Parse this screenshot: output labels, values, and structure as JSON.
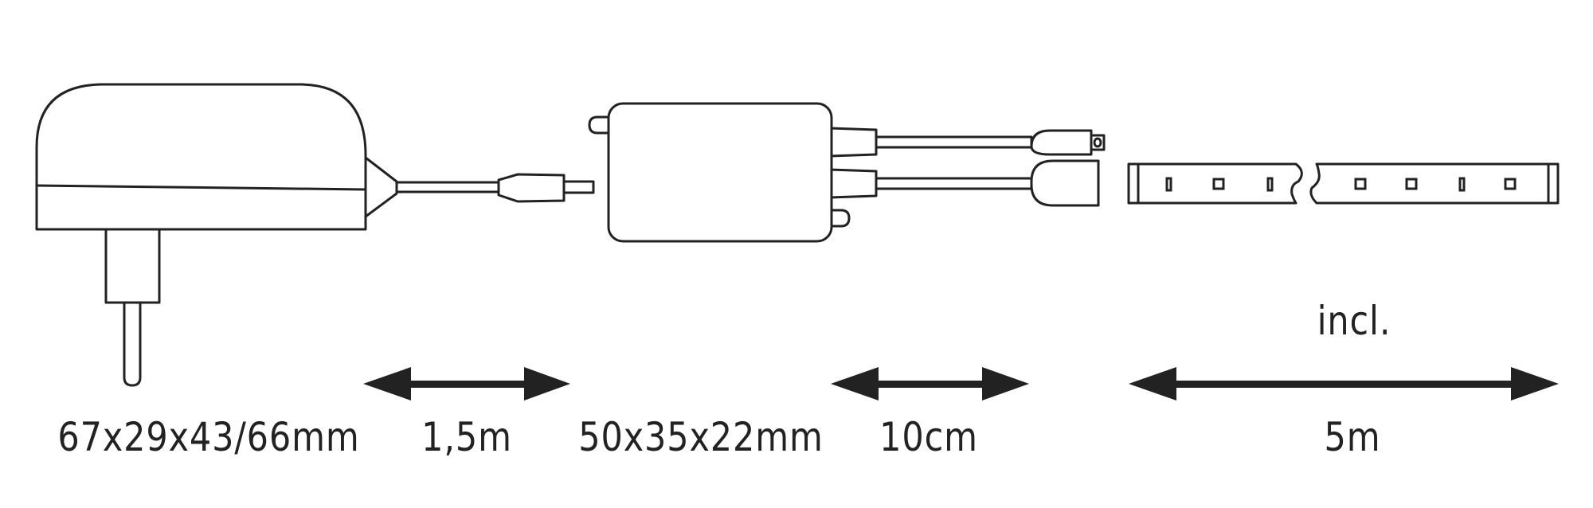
{
  "diagram": {
    "components": [
      {
        "id": "power-adapter",
        "label": "67x29x43/66mm",
        "cable_length": "1,5m"
      },
      {
        "id": "controller",
        "label": "50x35x22mm",
        "cable_length": "10cm"
      },
      {
        "id": "led-strip",
        "label": "5m",
        "note": "incl."
      }
    ],
    "colors": {
      "stroke": "#222222",
      "background": "#ffffff"
    }
  },
  "labels": {
    "adapter_dims": "67x29x43/66mm",
    "adapter_cable": "1,5m",
    "controller_dims": "50x35x22mm",
    "controller_cable": "10cm",
    "strip_length": "5m",
    "strip_note": "incl."
  }
}
